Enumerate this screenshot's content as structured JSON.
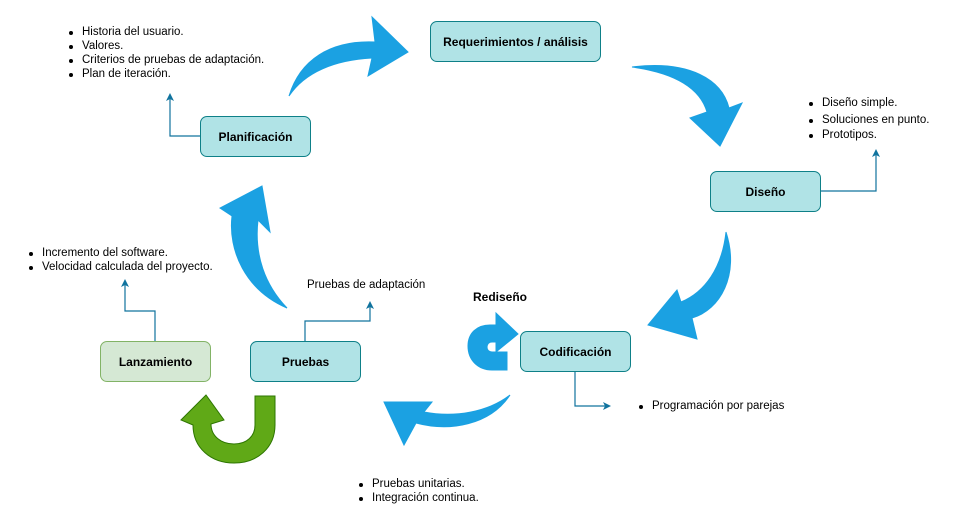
{
  "diagram": {
    "colors": {
      "node_fill": "#b0e3e6",
      "node_stroke": "#0e8088",
      "release_fill": "#d5e8d4",
      "release_stroke": "#82b366",
      "cycle_arrow": "#1ba1e2",
      "connector": "#10739e",
      "green_arrow": "#60a917"
    },
    "nodes": {
      "requirements": "Requerimientos / análisis",
      "design": "Diseño",
      "coding": "Codificación",
      "testing": "Pruebas",
      "release": "Lanzamiento",
      "planning": "Planificación"
    },
    "notes": {
      "planning": [
        "Historia del usuario.",
        "Valores.",
        "Criterios de pruebas de adaptación.",
        "Plan de iteración."
      ],
      "design": [
        "Diseño simple.",
        "Soluciones en punto.",
        "Prototipos."
      ],
      "coding": [
        "Programación por parejas"
      ],
      "unit_tests": [
        "Pruebas unitarias.",
        "Integración continua."
      ],
      "release": [
        "Incremento del software.",
        "Velocidad calculada del proyecto."
      ],
      "testing": "Pruebas de adaptación"
    },
    "redesign_label": "Rediseño"
  }
}
